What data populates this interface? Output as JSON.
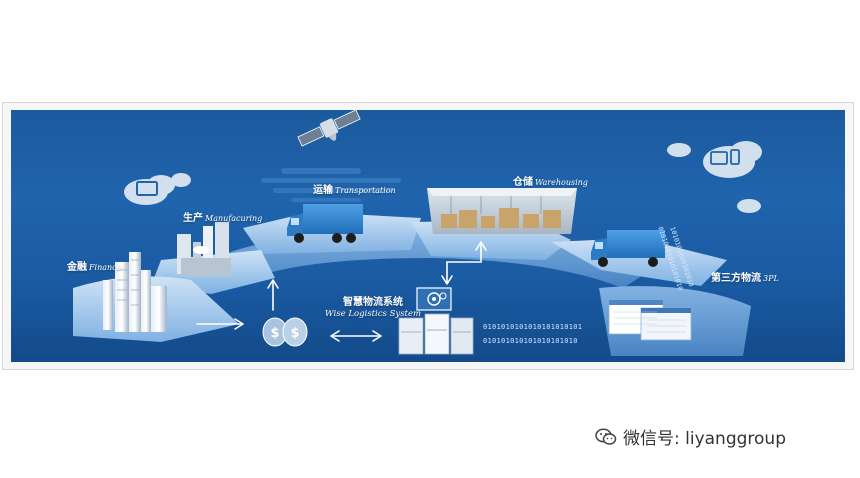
{
  "nodes": {
    "finance": {
      "cn": "金融",
      "en": "Finance"
    },
    "manufacturing": {
      "cn": "生产",
      "en": "Manufacuring"
    },
    "transportation": {
      "cn": "运输",
      "en": "Transportation"
    },
    "warehousing": {
      "cn": "仓储",
      "en": "Warehousing"
    },
    "third_party": {
      "cn": "第三方物流",
      "en": "3PL"
    },
    "wise_logistics": {
      "cn": "智慧物流系统",
      "en": "Wise Logistics System"
    }
  },
  "binary": {
    "line1": "0101010101010101010101",
    "line2": "010101010101010101010",
    "vertical1": "01010101010101010",
    "vertical2": "1010101010101010"
  },
  "watermark": {
    "text": "微信号: liyanggroup",
    "icon": "wechat-icon"
  },
  "colors": {
    "panel": "#1c5a9e",
    "platform": "#9ec6ec",
    "arrow": "#ffffff"
  }
}
